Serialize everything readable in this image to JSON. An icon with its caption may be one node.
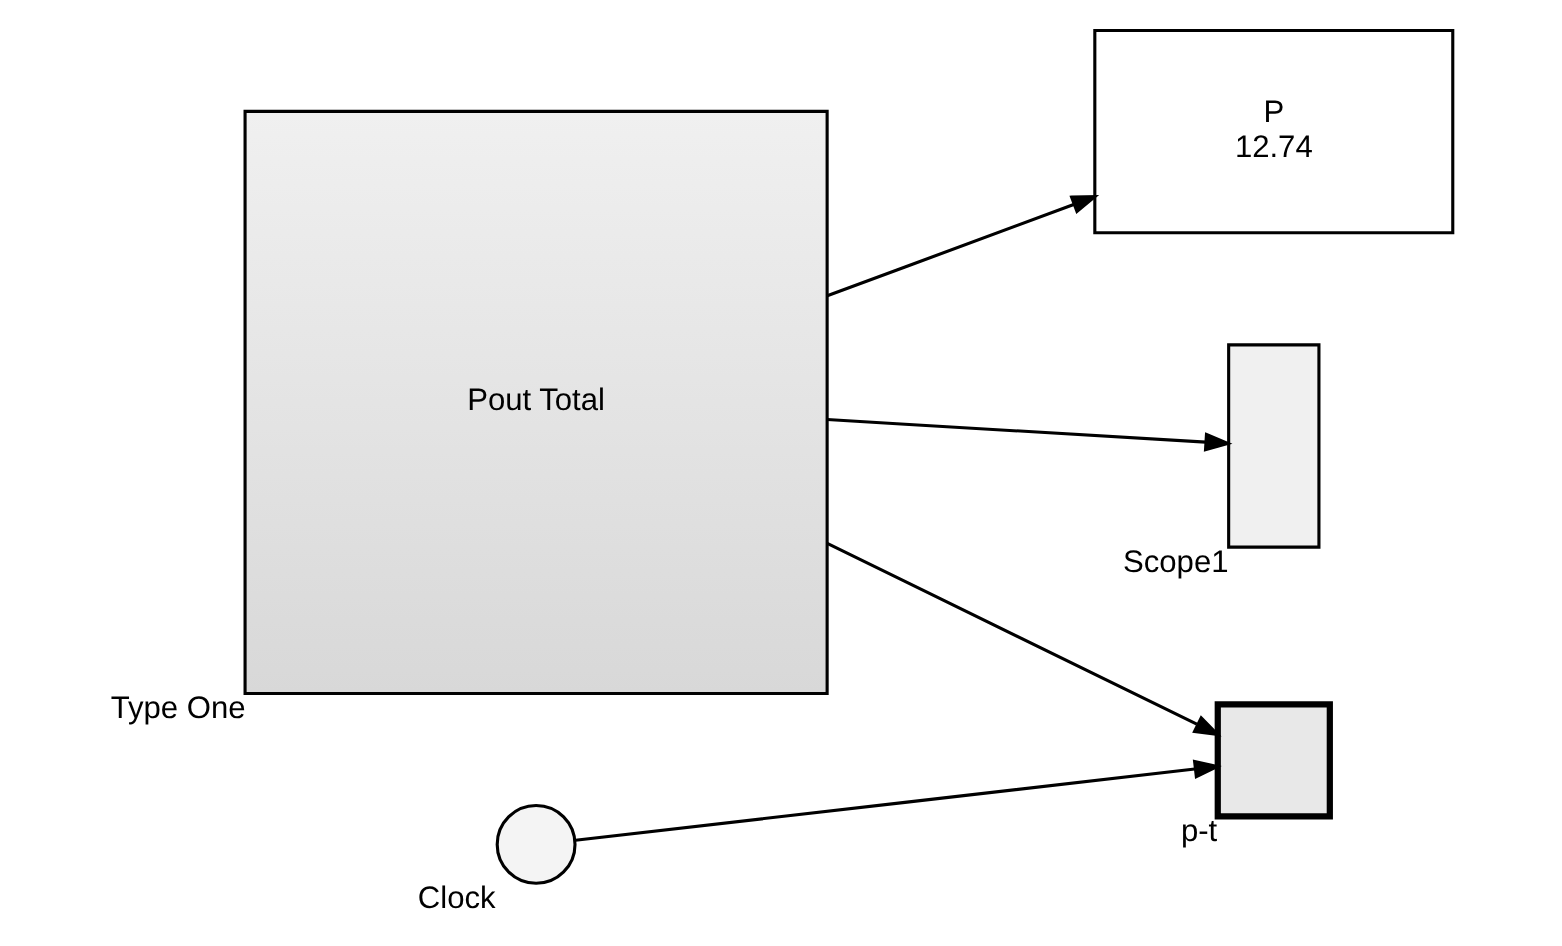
{
  "diagram": {
    "nodes": [
      {
        "text": [
          "Pout Total"
        ],
        "beside": [
          "Type One"
        ]
      },
      {
        "text": [
          "P",
          "12.74"
        ]
      },
      {
        "text": [],
        "shape": "box",
        "beside": [
          "Scope1"
        ]
      },
      {
        "text": [],
        "shape": "circle",
        "beside": [
          "Clock"
        ]
      },
      {
        "text": [],
        "shape": "box",
        "beside": [
          "p-t"
        ]
      }
    ],
    "edges": [
      {
        "from": 0,
        "to": 1,
        "arrow": "to"
      },
      {
        "from": 0,
        "to": 2,
        "arrow": "to"
      },
      {
        "from": 0,
        "to": 4,
        "arrow": "to"
      },
      {
        "from": 3,
        "to": 4,
        "arrow": "to"
      }
    ]
  }
}
